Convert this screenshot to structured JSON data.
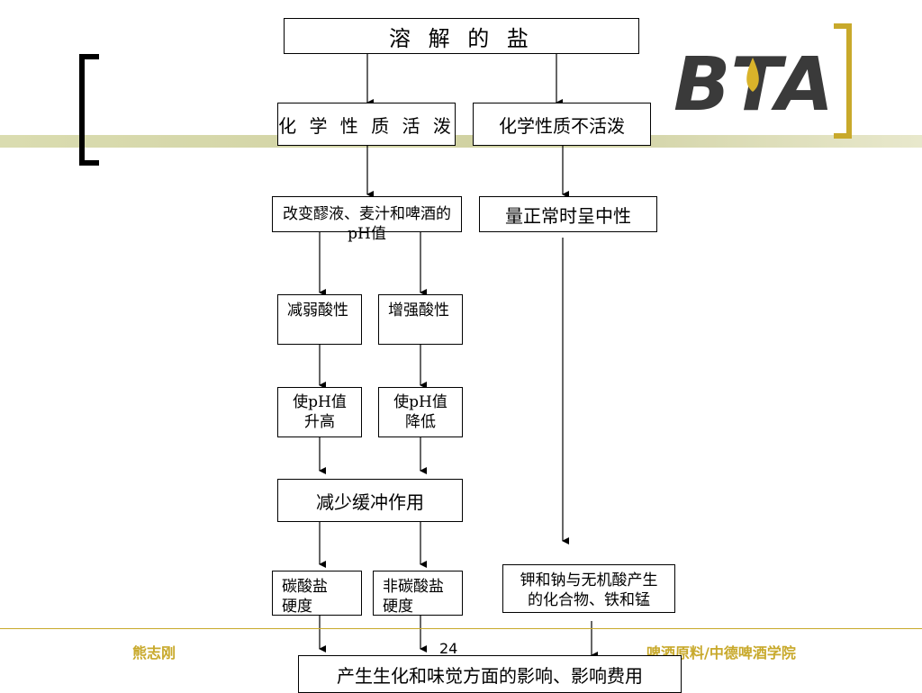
{
  "diagram": {
    "root": "溶 解 的 盐",
    "active": "化 学 性 质 活 泼",
    "inactive": "化学性质不活泼",
    "change_ph": "改变醪液、麦汁和啤酒的pH值",
    "neutral": "量正常时呈中性",
    "weaken_acidity": "减弱酸性",
    "strengthen_acidity": "增强酸性",
    "ph_up": "使pH值升高",
    "ph_down": "使pH值降低",
    "reduce_buffer": "减少缓冲作用",
    "carbonate_hardness": "碳酸盐硬度",
    "noncarbonate_hardness": "非碳酸盐硬度",
    "compounds": "钾和钠与无机酸产生的化合物、铁和锰",
    "effect": "产生生化和味觉方面的影响、影响费用"
  },
  "logo": {
    "text": "BTA"
  },
  "footer": {
    "author": "熊志刚",
    "page": "24",
    "course": "啤酒原料/中德啤酒学院"
  },
  "colors": {
    "olive_band": "#cfd0a0",
    "gold": "#c8a92b",
    "logo_gray": "#3a3a3a"
  }
}
